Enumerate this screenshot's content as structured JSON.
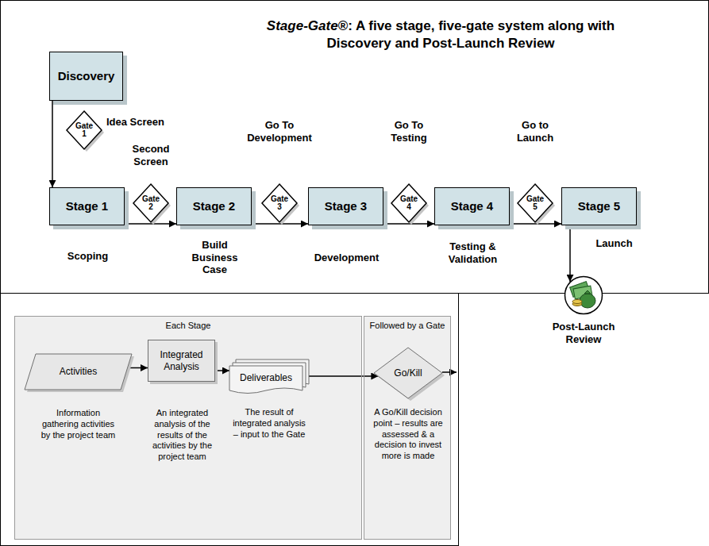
{
  "diagram": {
    "title": "Stage-Gate®: A five stage, five-gate system along with Discovery and Post-Launch Review",
    "nodes": [
      {
        "text": [
          "Discovery"
        ]
      },
      {
        "text": [
          "Gate 1",
          "Idea Screen"
        ]
      },
      {
        "text": [
          "Stage 1",
          "Scoping"
        ]
      },
      {
        "text": [
          "Gate 2",
          "Second Screen"
        ]
      },
      {
        "text": [
          "Stage 2",
          "Build Business Case"
        ]
      },
      {
        "text": [
          "Gate 3",
          "Go To Development"
        ]
      },
      {
        "text": [
          "Stage 3",
          "Development"
        ]
      },
      {
        "text": [
          "Gate 4",
          "Go To Testing"
        ]
      },
      {
        "text": [
          "Stage 4",
          "Testing & Validation"
        ]
      },
      {
        "text": [
          "Gate 5",
          "Go to Launch"
        ]
      },
      {
        "text": [
          "Stage 5",
          "Launch"
        ]
      },
      {
        "text": [
          "Post-Launch Review"
        ]
      },
      {
        "text": [
          "Each Stage"
        ]
      },
      {
        "text": [
          "Followed by a Gate"
        ]
      },
      {
        "text": [
          "Activities",
          "Information gathering activities by the project team"
        ],
        "in": 12
      },
      {
        "text": [
          "Integrated Analysis",
          "An integrated analysis of the results of the activities by the project team"
        ],
        "in": 12
      },
      {
        "text": [
          "Deliverables",
          "The result of integrated analysis – input to the Gate"
        ],
        "in": 12
      },
      {
        "text": [
          "Go/Kill",
          "A Go/Kill decision point – results are assessed & a decision to invest more is made"
        ],
        "in": 13
      }
    ],
    "edges": [
      {
        "from": 0,
        "to": 2,
        "arrow": "to"
      },
      {
        "from": 2,
        "to": 4,
        "arrow": "to"
      },
      {
        "from": 4,
        "to": 6,
        "arrow": "to"
      },
      {
        "from": 6,
        "to": 8,
        "arrow": "to"
      },
      {
        "from": 8,
        "to": 10,
        "arrow": "to"
      },
      {
        "from": 10,
        "to": 11,
        "arrow": "to"
      },
      {
        "from": 14,
        "to": 15,
        "arrow": "to"
      },
      {
        "from": 15,
        "to": 16,
        "arrow": "to"
      },
      {
        "from": 16,
        "to": 17,
        "arrow": "to"
      }
    ]
  }
}
